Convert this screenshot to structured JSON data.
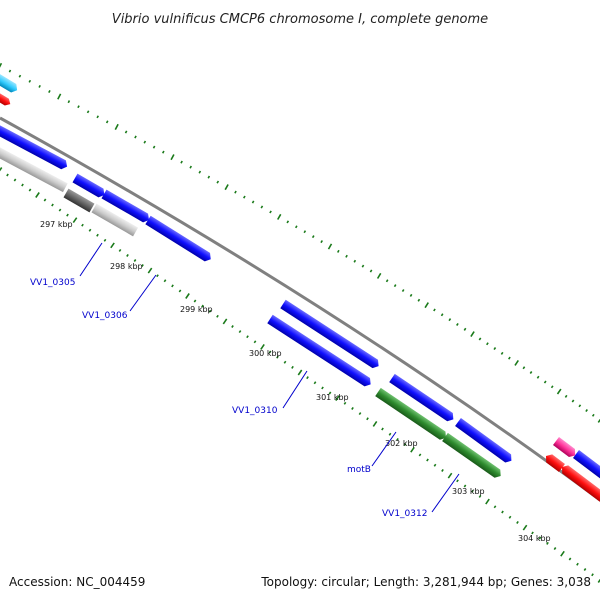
{
  "title": "Vibrio vulnificus CMCP6 chromosome I, complete genome",
  "footer": {
    "accession": "Accession: NC_004459",
    "summary": "Topology: circular; Length: 3,281,944 bp; Genes: 3,038"
  },
  "kbp_labels": [
    "297 kbp",
    "298 kbp",
    "299 kbp",
    "300 kbp",
    "301 kbp",
    "302 kbp",
    "303 kbp",
    "304 kbp"
  ],
  "gene_labels": [
    "VV1_0305",
    "VV1_0306",
    "VV1_0310",
    "motB",
    "VV1_0312"
  ],
  "colors": {
    "backbone": "#808080",
    "forward_cds": "#1010ff",
    "reverse_cds": "#ff1010",
    "pseudo_light": "#cccccc",
    "pseudo_dark": "#666666",
    "motB_cds": "#2e8b2e",
    "tick_green": "#1a7a1a",
    "cyan_feature": "#33ccff",
    "pink_feature": "#ff3399",
    "label_blue": "#0000cc"
  }
}
